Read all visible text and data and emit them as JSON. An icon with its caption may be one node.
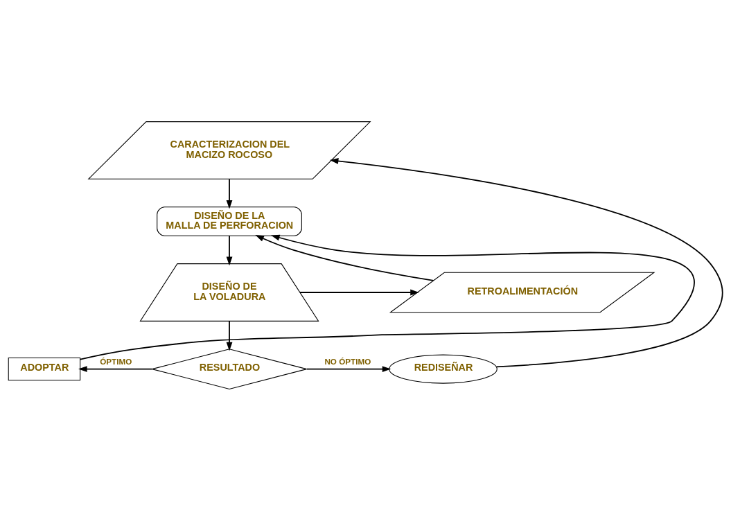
{
  "diagram": {
    "nodes": [
      {
        "text": [
          "CARACTERIZACION DEL MACIZO ROCOSO"
        ]
      },
      {
        "text": [
          "DISEÑO DE LA MALLA DE PERFORACION"
        ]
      },
      {
        "text": [
          "RETROALIMENTACIÓN"
        ]
      },
      {
        "text": [
          "DISEÑO DE LA VOLADURA"
        ]
      },
      {
        "text": [
          "ADOPTAR"
        ]
      },
      {
        "text": [
          "RESULTADO"
        ]
      },
      {
        "text": [
          "REDISEÑAR"
        ]
      }
    ],
    "edges": [
      {
        "from": 0,
        "to": 1,
        "arrow": "to"
      },
      {
        "from": 1,
        "to": 3,
        "arrow": "to"
      },
      {
        "from": 3,
        "to": 2,
        "arrow": "to"
      },
      {
        "from": 2,
        "to": 1,
        "arrow": "to"
      },
      {
        "from": 3,
        "to": 5,
        "arrow": "to"
      },
      {
        "from": 5,
        "to": 4,
        "arrow": "to",
        "label": "ÓPTIMO"
      },
      {
        "from": 5,
        "to": 6,
        "arrow": "to",
        "label": "NO ÓPTIMO"
      },
      {
        "from": 6,
        "to": 0,
        "arrow": "to"
      },
      {
        "from": 4,
        "to": 1,
        "arrow": "to"
      }
    ]
  }
}
